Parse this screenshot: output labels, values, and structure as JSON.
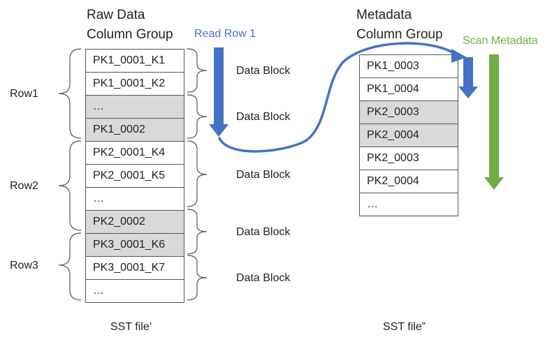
{
  "raw_group": {
    "title_line1": "Raw Data",
    "title_line2": "Column Group",
    "cells": [
      {
        "text": "PK1_0001_K1",
        "shaded": false
      },
      {
        "text": "PK1_0001_K2",
        "shaded": false
      },
      {
        "text": "…",
        "shaded": true
      },
      {
        "text": "PK1_0002",
        "shaded": true
      },
      {
        "text": "PK2_0001_K4",
        "shaded": false
      },
      {
        "text": "PK2_0001_K5",
        "shaded": false
      },
      {
        "text": "…",
        "shaded": false
      },
      {
        "text": "PK2_0002",
        "shaded": true
      },
      {
        "text": "PK3_0001_K6",
        "shaded": true
      },
      {
        "text": "PK3_0001_K7",
        "shaded": false
      },
      {
        "text": "…",
        "shaded": false
      }
    ],
    "file_label": "SST file’"
  },
  "meta_group": {
    "title_line1": "Metadata",
    "title_line2": "Column Group",
    "cells": [
      {
        "text": "PK1_0003",
        "shaded": false
      },
      {
        "text": "PK1_0004",
        "shaded": false
      },
      {
        "text": "PK2_0003",
        "shaded": true
      },
      {
        "text": "PK2_0004",
        "shaded": true
      },
      {
        "text": "PK2_0003",
        "shaded": false
      },
      {
        "text": "PK2_0004",
        "shaded": false
      },
      {
        "text": "…",
        "shaded": false
      }
    ],
    "file_label": "SST file”"
  },
  "rows": [
    "Row1",
    "Row2",
    "Row3"
  ],
  "data_blocks": [
    "Data Block",
    "Data Block",
    "Data Block",
    "Data Block",
    "Data Block"
  ],
  "annotations": {
    "read_row": "Read Row 1",
    "scan_metadata": "Scan Metadata"
  },
  "colors": {
    "blue": "#4472c4",
    "green": "#70ad47",
    "shade": "#d9d9d9"
  }
}
